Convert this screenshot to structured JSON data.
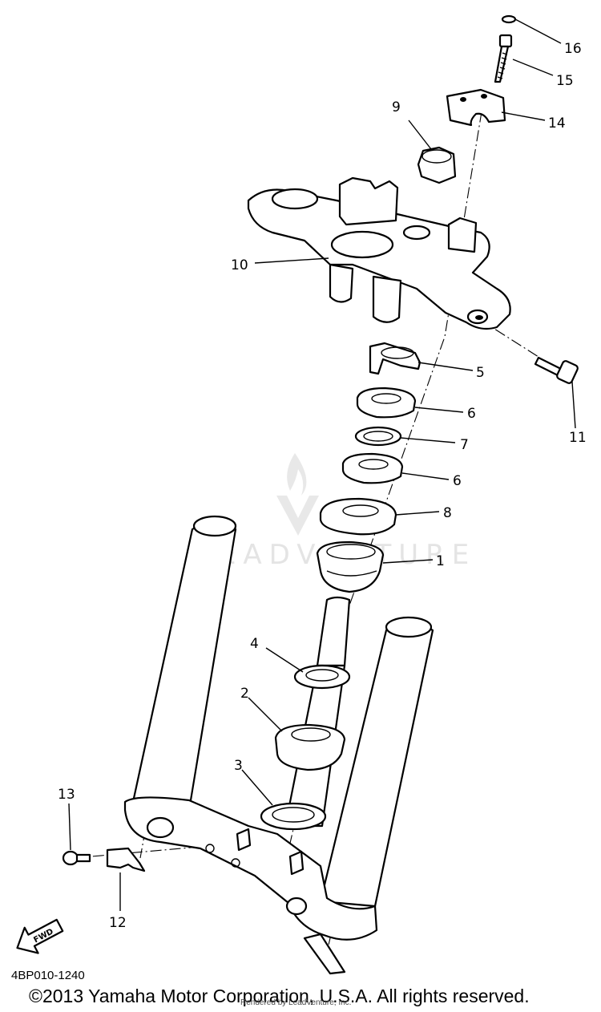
{
  "diagram": {
    "callouts": [
      {
        "id": "c16",
        "label": "16"
      },
      {
        "id": "c15",
        "label": "15"
      },
      {
        "id": "c14",
        "label": "14"
      },
      {
        "id": "c9",
        "label": "9"
      },
      {
        "id": "c10",
        "label": "10"
      },
      {
        "id": "c5",
        "label": "5"
      },
      {
        "id": "c6a",
        "label": "6"
      },
      {
        "id": "c7",
        "label": "7"
      },
      {
        "id": "c6b",
        "label": "6"
      },
      {
        "id": "c11",
        "label": "11"
      },
      {
        "id": "c8",
        "label": "8"
      },
      {
        "id": "c1",
        "label": "1"
      },
      {
        "id": "c4",
        "label": "4"
      },
      {
        "id": "c2",
        "label": "2"
      },
      {
        "id": "c3",
        "label": "3"
      },
      {
        "id": "c13",
        "label": "13"
      },
      {
        "id": "c12",
        "label": "12"
      }
    ],
    "fwd_label": "FWD",
    "watermark": "LEADVENTURE"
  },
  "footer": {
    "diagram_code": "4BP010-1240",
    "copyright": "©2013 Yamaha Motor Corporation, U.S.A. All rights reserved.",
    "rendered_by": "Rendered by LeadVenture, Inc."
  }
}
